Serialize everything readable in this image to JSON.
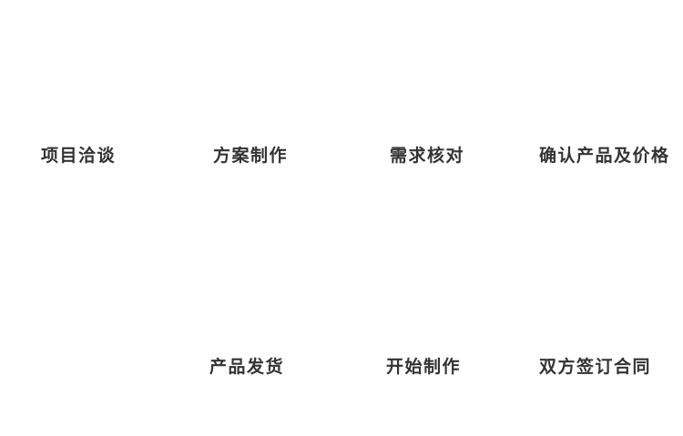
{
  "diagram": {
    "type": "process-flow",
    "background_color": "#ffffff",
    "text_color": "#333333",
    "rows": {
      "top_order": "left-to-right",
      "bottom_order": "right-to-left"
    },
    "steps": [
      {
        "label": "项目洽谈",
        "row": "top",
        "order": 1
      },
      {
        "label": "方案制作",
        "row": "top",
        "order": 2
      },
      {
        "label": "需求核对",
        "row": "top",
        "order": 3
      },
      {
        "label": "确认产品及价格",
        "row": "top",
        "order": 4
      },
      {
        "label": "双方签订合同",
        "row": "bottom",
        "order": 5
      },
      {
        "label": "开始制作",
        "row": "bottom",
        "order": 6
      },
      {
        "label": "产品发货",
        "row": "bottom",
        "order": 7
      }
    ]
  }
}
